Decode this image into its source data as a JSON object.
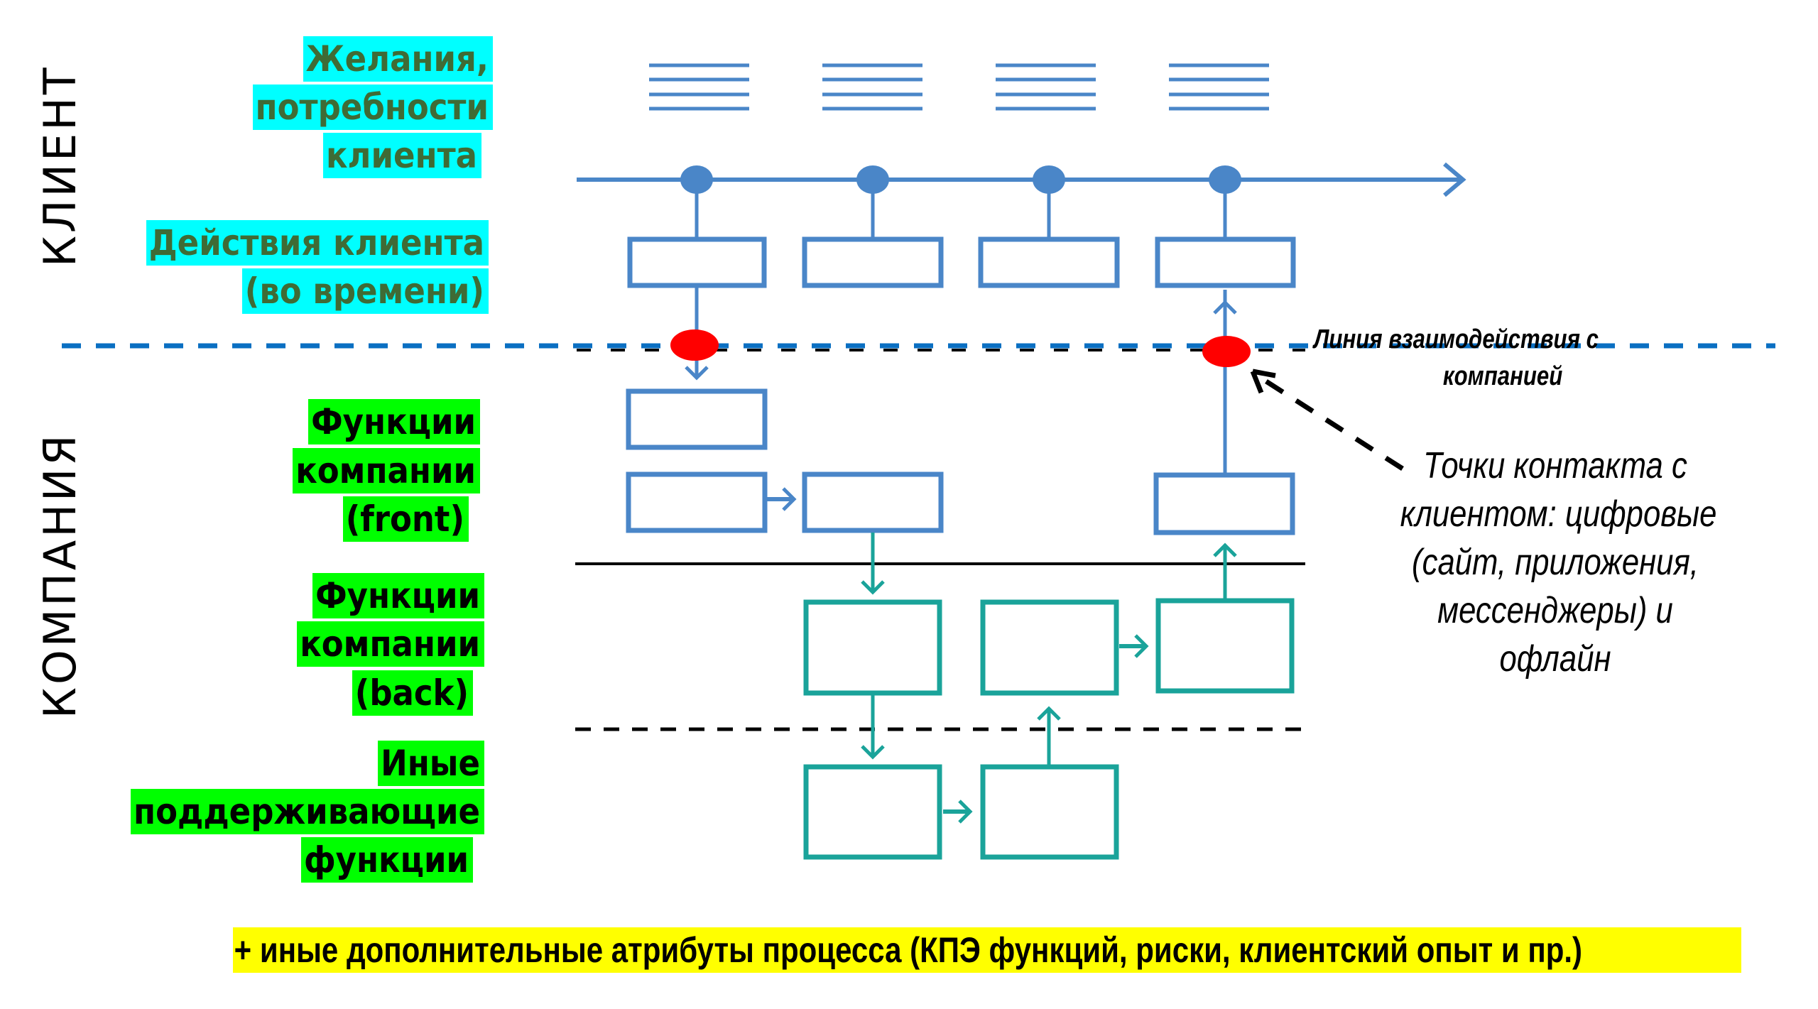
{
  "lanes": {
    "client": "КЛИЕНТ",
    "company": "КОМПАНИЯ"
  },
  "labels": {
    "wishes": [
      "Желания,",
      "потребности",
      "клиента"
    ],
    "client_actions": [
      "Действия клиента",
      "(во времени)"
    ],
    "front": [
      "Функции",
      "компании",
      "(front)"
    ],
    "back": [
      "Функции",
      "компании",
      "(back)"
    ],
    "support": [
      "Иные",
      "поддерживающие",
      "функции"
    ]
  },
  "annotations": {
    "interaction_line": [
      "Линия взаимодействия с",
      "компанией"
    ],
    "touch_points": [
      "Точки контакта с",
      "клиентом: цифровые",
      "(сайт, приложения,",
      "мессенджеры) и",
      "офлайн"
    ]
  },
  "footer": "+ иные дополнительные атрибуты процесса (КПЭ функций, риски, клиентский опыт и пр.)",
  "diagram": {
    "timeline_steps": 4,
    "touch_point_count": 2
  },
  "colors": {
    "client_blue": "#4a86c8",
    "interaction_blue": "#0a6fc2",
    "back_teal": "#1aa39a",
    "touch_point_red": "#ff0000",
    "label_cyan": "#00ffff",
    "label_cyan_text": "#3f6b35",
    "label_green": "#00ff00",
    "footer_yellow": "#ffff00"
  }
}
